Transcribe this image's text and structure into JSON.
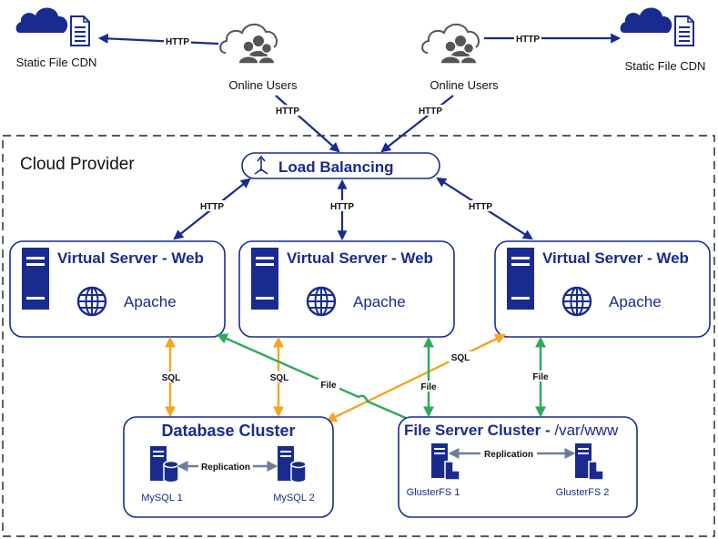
{
  "cdn_left_label": "Static File CDN",
  "cdn_right_label": "Static File CDN",
  "users_left_label": "Online Users",
  "users_right_label": "Online Users",
  "provider_label": "Cloud Provider",
  "load_balancer_label": "Load Balancing",
  "web_servers": [
    {
      "title": "Virtual Server - Web",
      "app": "Apache"
    },
    {
      "title": "Virtual Server - Web",
      "app": "Apache"
    },
    {
      "title": "Virtual Server - Web",
      "app": "Apache"
    }
  ],
  "database_cluster": {
    "title": "Database Cluster",
    "node1": "MySQL 1",
    "node2": "MySQL 2",
    "link_label": "Replication"
  },
  "file_cluster": {
    "title": "File Server Cluster - ",
    "path": "/var/www",
    "node1": "GlusterFS 1",
    "node2": "GlusterFS 2",
    "link_label": "Replication"
  },
  "edge_labels": {
    "http_users_left_cdn": "HTTP",
    "http_users_right_cdn": "HTTP",
    "http_users_left_lb": "HTTP",
    "http_users_right_lb": "HTTP",
    "http_lb_web1": "HTTP",
    "http_lb_web2": "HTTP",
    "http_lb_web3": "HTTP",
    "sql_web1": "SQL",
    "sql_web2": "SQL",
    "sql_web3": "SQL",
    "file_web1": "File",
    "file_web2": "File",
    "file_web3": "File"
  },
  "colors": {
    "navy": "#1a2b8f",
    "http_arrow": "#1a2b8f",
    "sql_arrow": "#f5a623",
    "file_arrow": "#2eaa5c",
    "replication_arrow": "#6b7f99"
  }
}
